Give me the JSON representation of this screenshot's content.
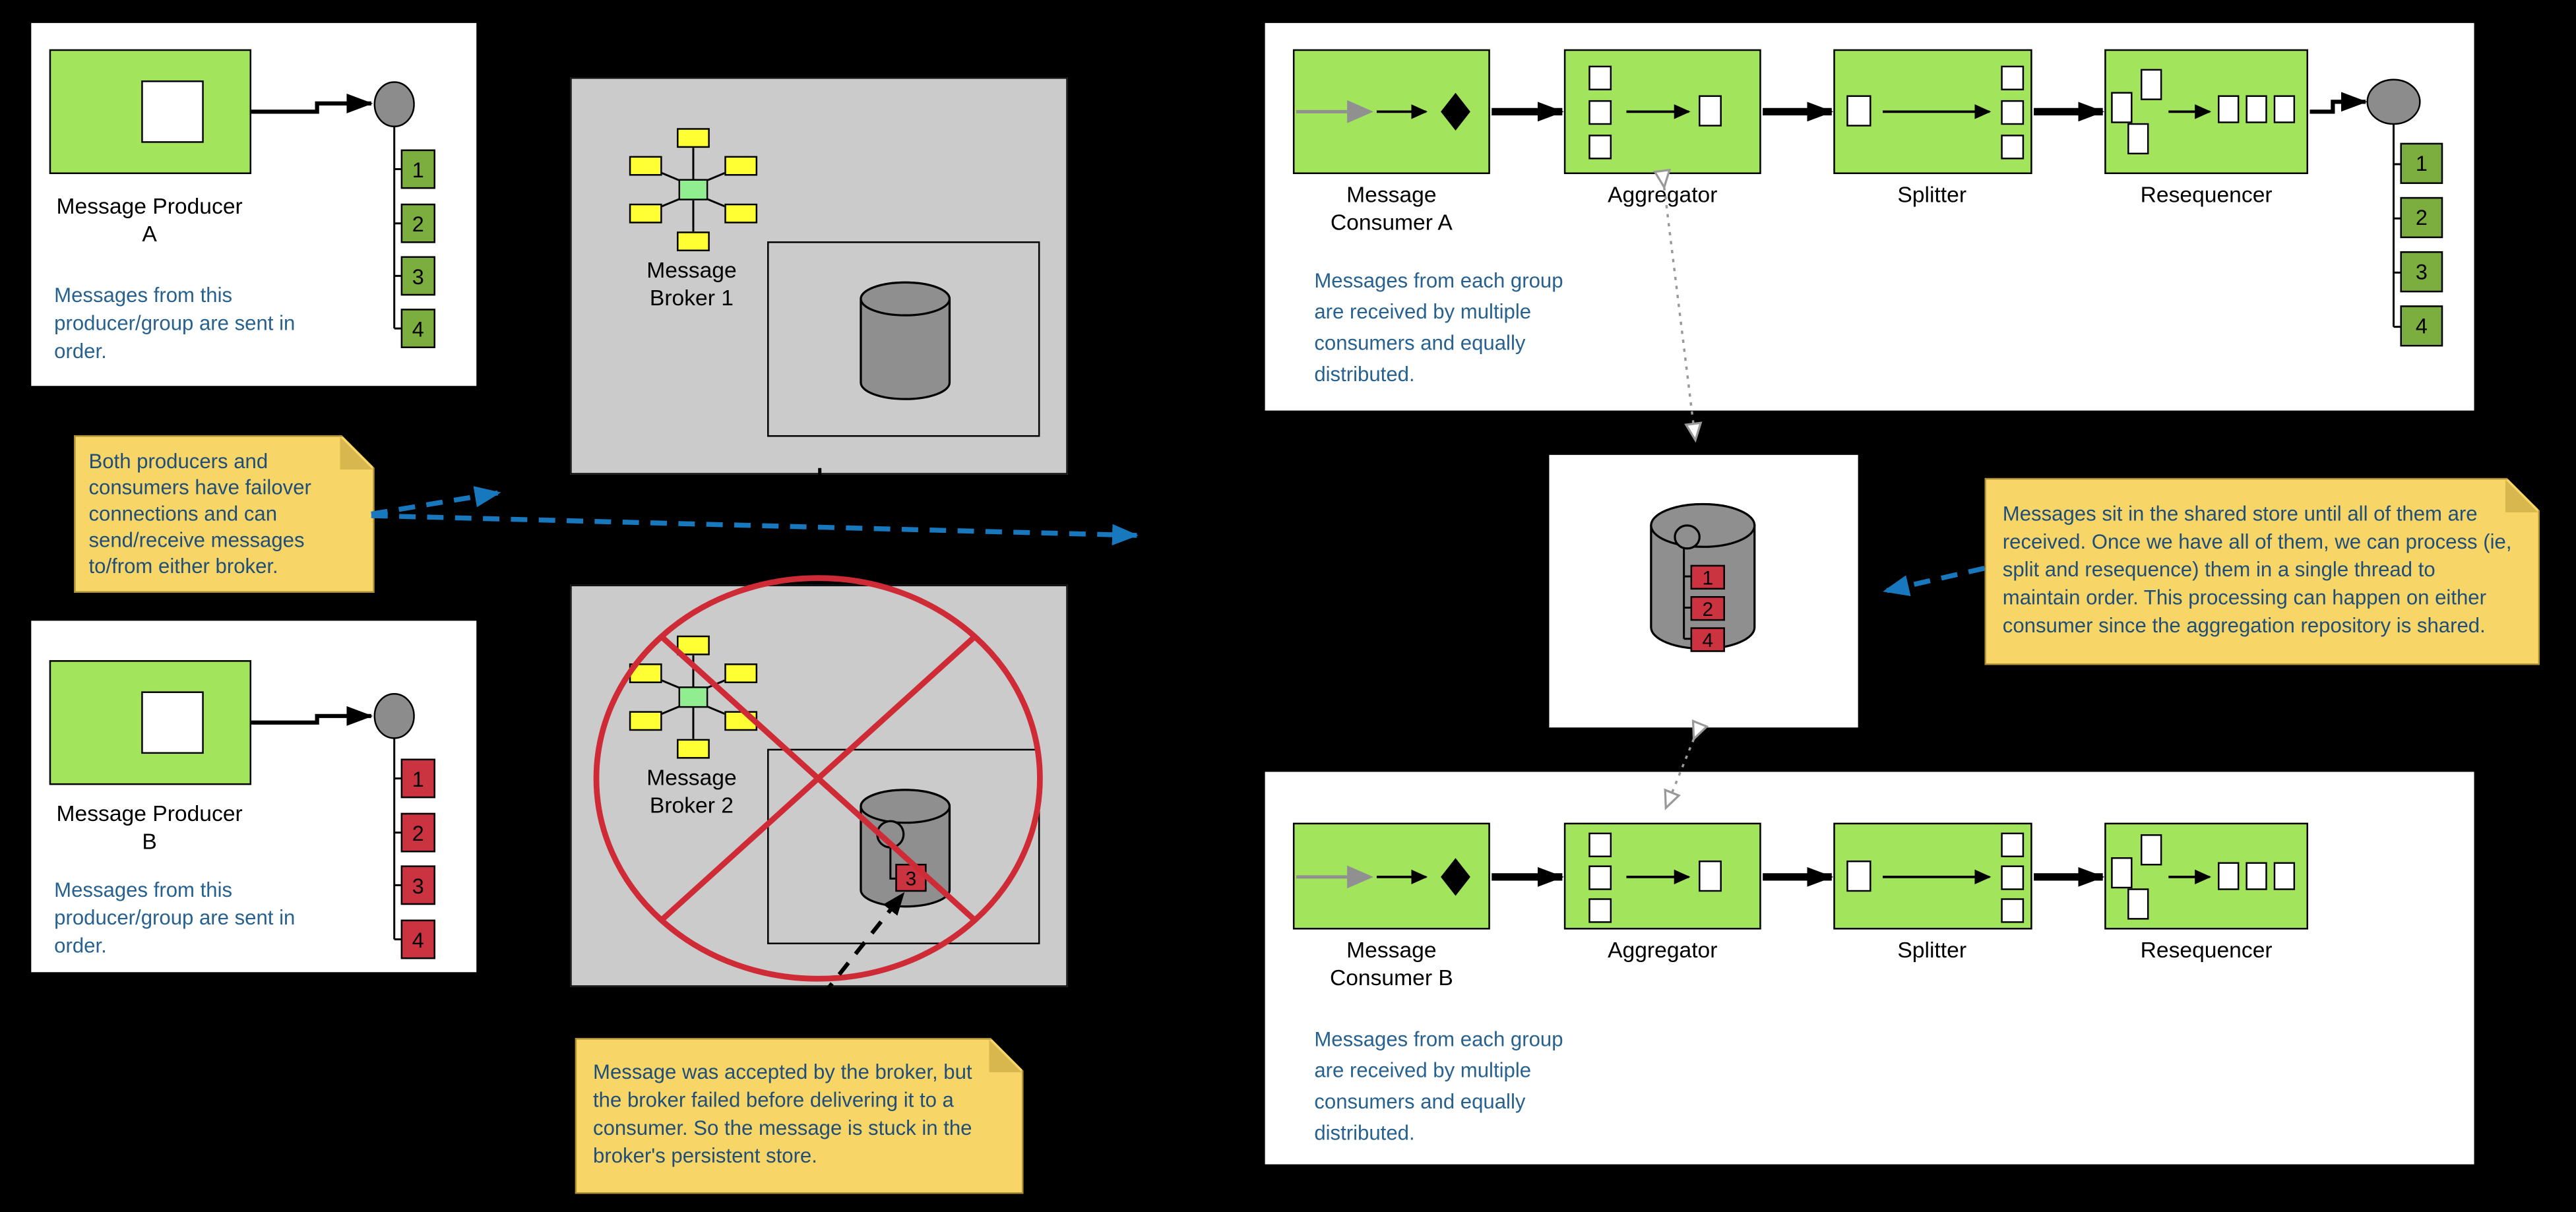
{
  "diagram": {
    "producer_a": {
      "label": "Message Producer\nA",
      "note": "Messages from this\nproducer/group are sent in\norder.",
      "queue": [
        "1",
        "2",
        "3",
        "4"
      ]
    },
    "producer_b": {
      "label": "Message Producer\nB",
      "note": "Messages from this\nproducer/group are sent in\norder.",
      "queue": [
        "1",
        "2",
        "3",
        "4"
      ]
    },
    "broker_1": {
      "label": "Message\nBroker 1"
    },
    "broker_2": {
      "label": "Message\nBroker 2",
      "stuck_message": "3"
    },
    "consumer_a": {
      "label": "Message\nConsumer A",
      "aggregator_label": "Aggregator",
      "splitter_label": "Splitter",
      "resequencer_label": "Resequencer",
      "note": "Messages from each group\nare received by multiple\nconsumers and equally\ndistributed.",
      "queue": [
        "1",
        "2",
        "3",
        "4"
      ]
    },
    "consumer_b": {
      "label": "Message\nConsumer B",
      "aggregator_label": "Aggregator",
      "splitter_label": "Splitter",
      "resequencer_label": "Resequencer",
      "note": "Messages from each group\nare received by multiple\nconsumers and equally\ndistributed."
    },
    "shared_store": {
      "messages": [
        "1",
        "2",
        "4"
      ]
    },
    "sticky_notes": {
      "failover": "Both producers and\nconsumers have failover\nconnections and can\nsend/receive messages\nto/from either broker.",
      "stuck": "Message was accepted by the broker, but\nthe broker failed before delivering it to a\nconsumer. So the message is stuck in the\nbroker's persistent store.",
      "shared": "Messages sit in the shared store until all of them are\nreceived. Once we have all of them, we can process (ie,\nsplit and resequence) them in a single thread to\nmaintain order. This processing can happen on either\nconsumer since the aggregation repository is shared."
    },
    "colors": {
      "green_box": "#A2E45C",
      "hub_center": "#90EE90",
      "hub_node": "#FFFF33",
      "green_message": "#7BAE3E",
      "red_message": "#CB3340",
      "note_bg": "#F7D566",
      "note_text": "#1F4E79",
      "blue_text": "#27618F",
      "blue_arrow": "#1878BE",
      "crossout_red": "#CE2B37",
      "broker_card": "#CBCBCB",
      "cylinder_gray": "#8F8F8F"
    }
  }
}
